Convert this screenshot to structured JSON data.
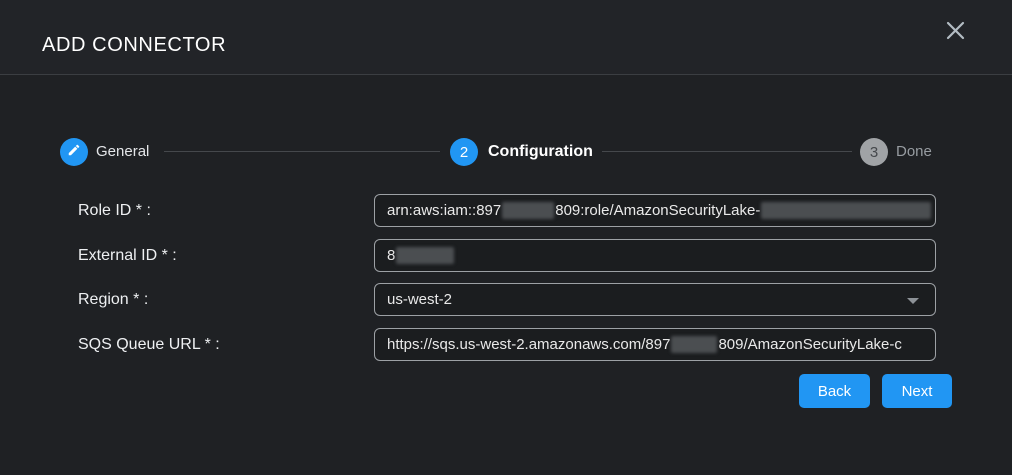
{
  "dialog": {
    "title": "ADD CONNECTOR"
  },
  "stepper": {
    "steps": [
      {
        "label": "General",
        "state": "completed",
        "icon": "pencil-icon"
      },
      {
        "number": "2",
        "label": "Configuration",
        "state": "active"
      },
      {
        "number": "3",
        "label": "Done",
        "state": "pending"
      }
    ]
  },
  "form": {
    "role_id": {
      "label": "Role ID * :",
      "text_before": "arn:aws:iam::897",
      "text_after_redaction": "809:role/AmazonSecurityLake-",
      "redacted_segments": 2
    },
    "external_id": {
      "label": "External ID * :",
      "text_before": "8",
      "redacted_segments": 1
    },
    "region": {
      "label": "Region * :",
      "value": "us-west-2"
    },
    "sqs_queue_url": {
      "label": "SQS Queue URL * :",
      "text_before": "https://sqs.us-west-2.amazonaws.com/897",
      "text_after_redaction": "809/AmazonSecurityLake-c",
      "redacted_segments": 1
    }
  },
  "footer": {
    "back_label": "Back",
    "next_label": "Next"
  },
  "colors": {
    "accent_blue": "#2196f3",
    "step_pending_gray": "#a0a3a6",
    "dialog_background": "#1f2124",
    "header_background": "#222428"
  }
}
